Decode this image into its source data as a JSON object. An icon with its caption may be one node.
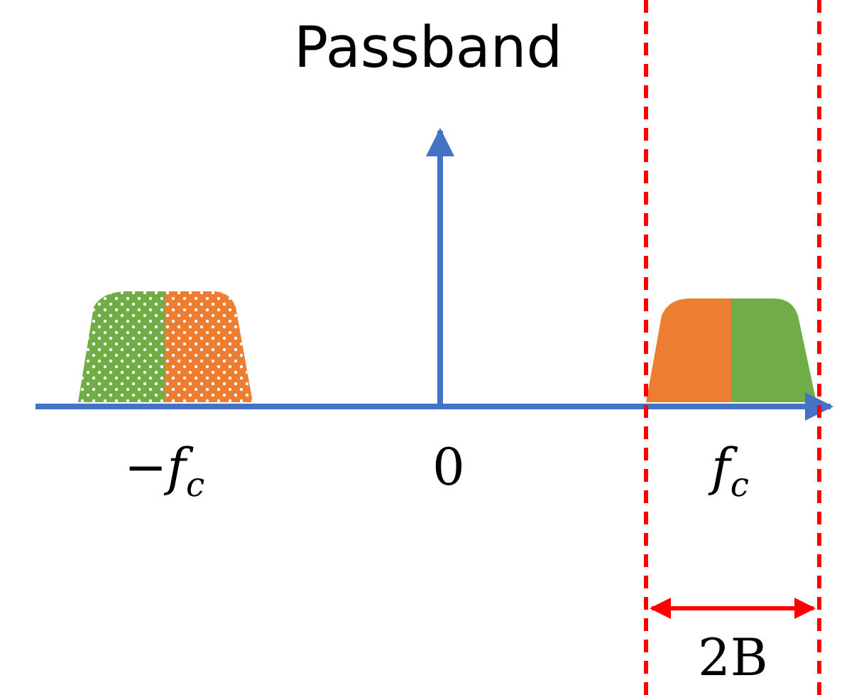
{
  "diagram": {
    "title": "Passband",
    "labels": [
      "−*f*$_{c}$",
      "0",
      "*f*$_{c}$",
      "2B"
    ]
  }
}
